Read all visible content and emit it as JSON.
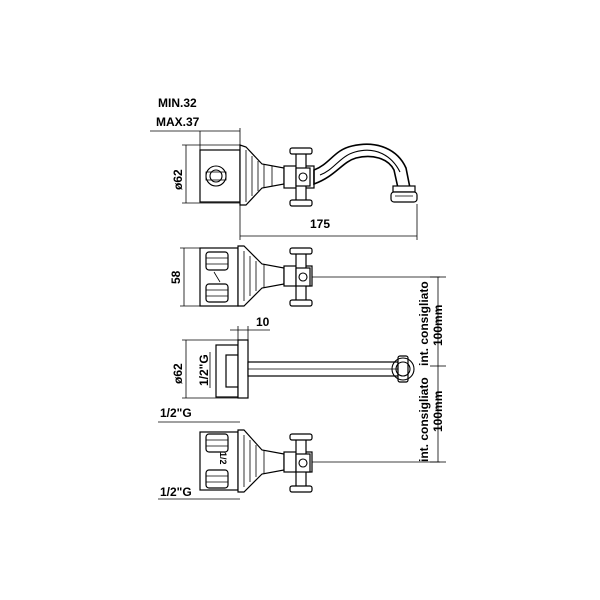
{
  "labels": {
    "min_depth": "MIN.32",
    "max_depth": "MAX.37",
    "plate_diameter_top": "ø62",
    "spout_length": "175",
    "plate_height": "58",
    "offset": "10",
    "plate_diameter_mid": "ø62",
    "thread_mid": "1/2\"G",
    "thread_left_top": "1/2\"G",
    "thread_left_bottom": "1/2\"G",
    "spacing_label_1": "int. consigliato",
    "spacing_value_1": "100mm",
    "spacing_label_2": "int. consigliato",
    "spacing_value_2": "100mm",
    "body_mark": "1/2"
  }
}
